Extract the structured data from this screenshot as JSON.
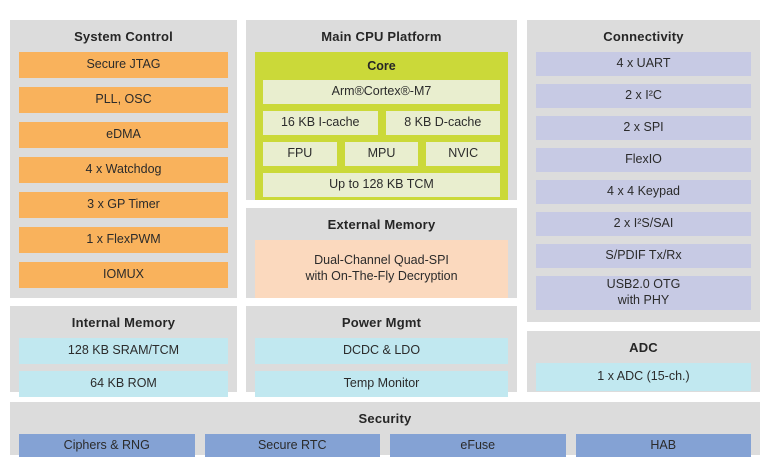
{
  "diagram": {
    "system_control": {
      "title": "System Control",
      "items": [
        "Secure JTAG",
        "PLL, OSC",
        "eDMA",
        "4 x Watchdog",
        "3 x GP Timer",
        "1 x FlexPWM",
        "IOMUX"
      ]
    },
    "main_cpu": {
      "title": "Main CPU Platform",
      "core": {
        "title": "Core",
        "processor": "Arm®Cortex®-M7",
        "icache": "16 KB I-cache",
        "dcache": "8 KB D-cache",
        "fpu": "FPU",
        "mpu": "MPU",
        "nvic": "NVIC",
        "tcm": "Up to 128 KB TCM"
      }
    },
    "external_memory": {
      "title": "External Memory",
      "items": [
        "Dual-Channel Quad-SPI\nwith On-The-Fly Decryption"
      ]
    },
    "connectivity": {
      "title": "Connectivity",
      "items": [
        "4 x UART",
        "2 x I²C",
        "2 x SPI",
        "FlexIO",
        "4 x 4 Keypad",
        "2 x I²S/SAI",
        "S/PDIF Tx/Rx",
        "USB2.0 OTG\nwith PHY"
      ]
    },
    "internal_memory": {
      "title": "Internal Memory",
      "items": [
        "128 KB SRAM/TCM",
        "64 KB ROM"
      ]
    },
    "power_mgmt": {
      "title": "Power Mgmt",
      "items": [
        "DCDC & LDO",
        "Temp Monitor"
      ]
    },
    "adc": {
      "title": "ADC",
      "items": [
        "1 x ADC (15-ch.)"
      ]
    },
    "security": {
      "title": "Security",
      "items": [
        "Ciphers & RNG",
        "Secure RTC",
        "eFuse",
        "HAB"
      ]
    }
  },
  "palette": {
    "panel_bg": "#dcdcdc",
    "system_control_block": "#f9b25c",
    "core_container": "#cbd939",
    "core_block": "#e9eecf",
    "external_memory_block": "#fbd9be",
    "connectivity_block": "#c7cae4",
    "memory_block": "#c1e8f0",
    "security_block": "#84a2d4",
    "text": "#2b2b2b"
  }
}
